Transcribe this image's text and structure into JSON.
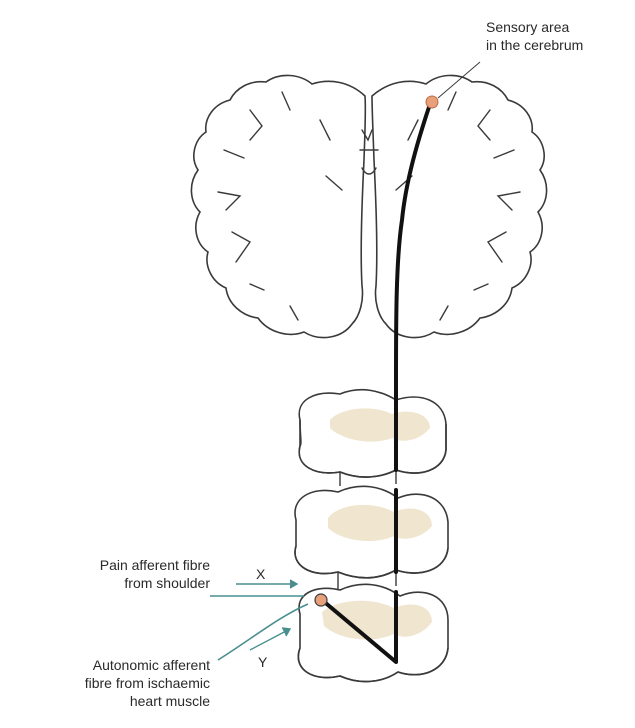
{
  "labels": {
    "sensory": [
      "Sensory area",
      "in the cerebrum"
    ],
    "pain": [
      "Pain afferent fibre",
      "from shoulder"
    ],
    "autonomic": [
      "Autonomic afferent",
      "fibre from ischaemic",
      "heart muscle"
    ],
    "x": "X",
    "y": "Y"
  },
  "colors": {
    "outline": "#3a3a3a",
    "fill": "#ffffff",
    "grey_matter": "#f0e6cf",
    "pathway": "#111111",
    "receptor": "#e8a07a",
    "arrow": "#4a8f8f"
  }
}
